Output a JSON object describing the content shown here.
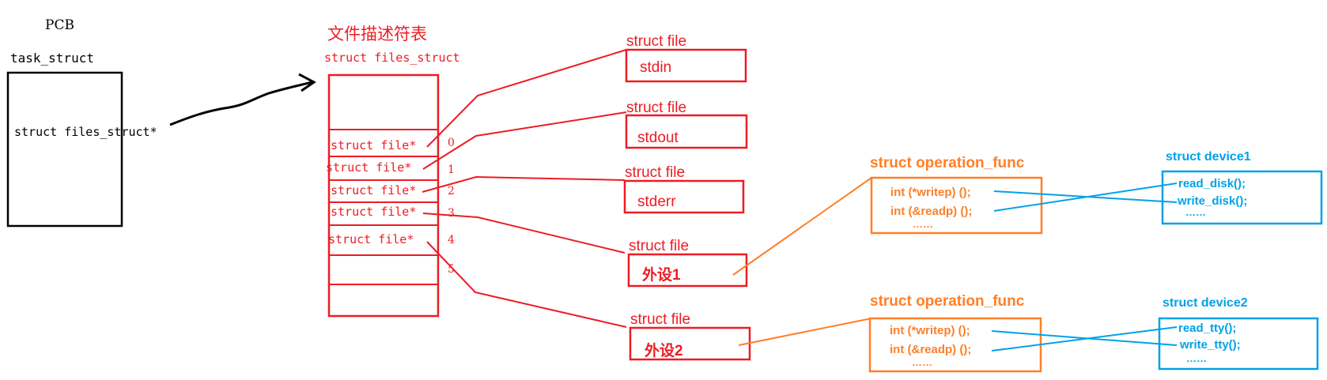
{
  "colors": {
    "black": "#000000",
    "red": "#ed1c24",
    "orange": "#ff7f27",
    "blue": "#00a2e8"
  },
  "pcb": {
    "title": "PCB",
    "struct_name": "task_struct",
    "field": "struct files_struct*"
  },
  "fd_table": {
    "title": "文件描述符表",
    "struct_name": "struct files_struct",
    "slots": [
      {
        "label": "struct file*",
        "index": "0"
      },
      {
        "label": "struct file*",
        "index": "1"
      },
      {
        "label": "struct file*",
        "index": "2"
      },
      {
        "label": "struct file*",
        "index": "3"
      },
      {
        "label": "struct file*",
        "index": "4"
      },
      {
        "label": "",
        "index": "5"
      }
    ]
  },
  "files": [
    {
      "title": "struct file",
      "name": "stdin"
    },
    {
      "title": "struct file",
      "name": "stdout"
    },
    {
      "title": "struct file",
      "name": "stderr"
    },
    {
      "title": "struct file",
      "name": "外设1"
    },
    {
      "title": "struct file",
      "name": "外设2"
    }
  ],
  "operation_funcs": [
    {
      "title": "struct operation_func",
      "lines": [
        "int (*writep) ();",
        "int (&readp) ();",
        "……"
      ]
    },
    {
      "title": "struct operation_func",
      "lines": [
        "int (*writep) ();",
        "int (&readp) ();",
        "……"
      ]
    }
  ],
  "devices": [
    {
      "title": "struct device1",
      "lines": [
        "read_disk();",
        "write_disk();",
        "……"
      ]
    },
    {
      "title": "struct device2",
      "lines": [
        "read_tty();",
        "write_tty();",
        "……"
      ]
    }
  ]
}
